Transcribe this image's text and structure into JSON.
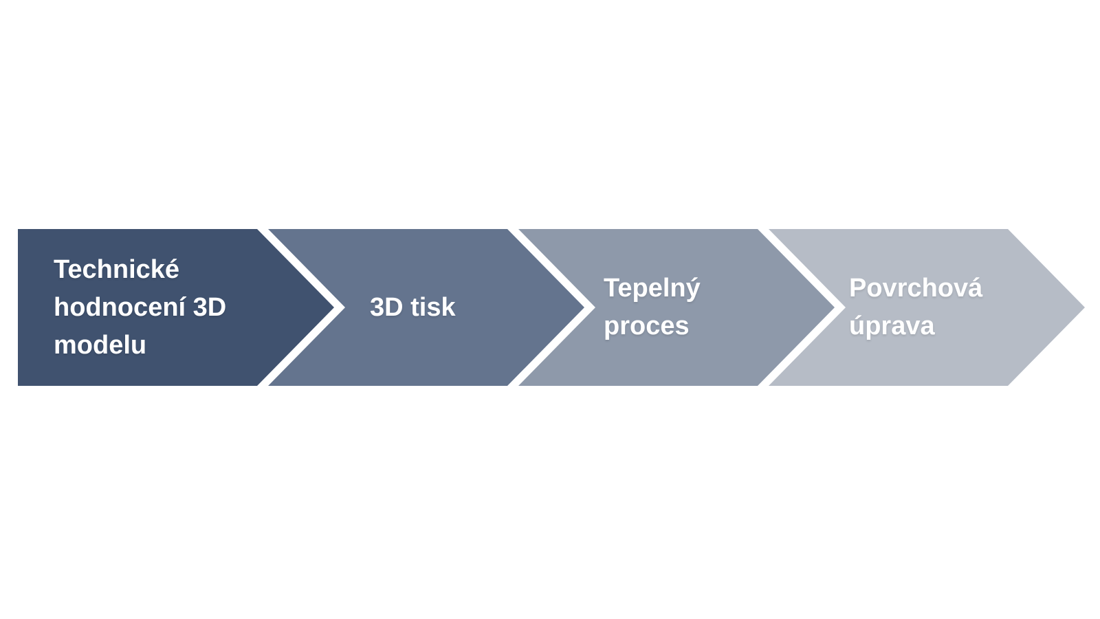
{
  "diagram": {
    "type": "process-flow-chevrons",
    "direction": "left-to-right",
    "background_color": "#FFFFFF",
    "text_color": "#FFFFFF",
    "steps": [
      {
        "label": "Technické hodnocení 3D modelu",
        "lines": [
          "Technické",
          "hodnocení 3D",
          "modelu"
        ],
        "fill": "#40526F"
      },
      {
        "label": "3D tisk",
        "lines": [
          "3D tisk"
        ],
        "fill": "#64748E"
      },
      {
        "label": "Tepelný proces",
        "lines": [
          "Tepelný",
          "proces"
        ],
        "fill": "#8E99AA"
      },
      {
        "label": "Povrchová úprava",
        "lines": [
          "Povrchová",
          "úprava"
        ],
        "fill": "#B6BCC6"
      }
    ]
  }
}
